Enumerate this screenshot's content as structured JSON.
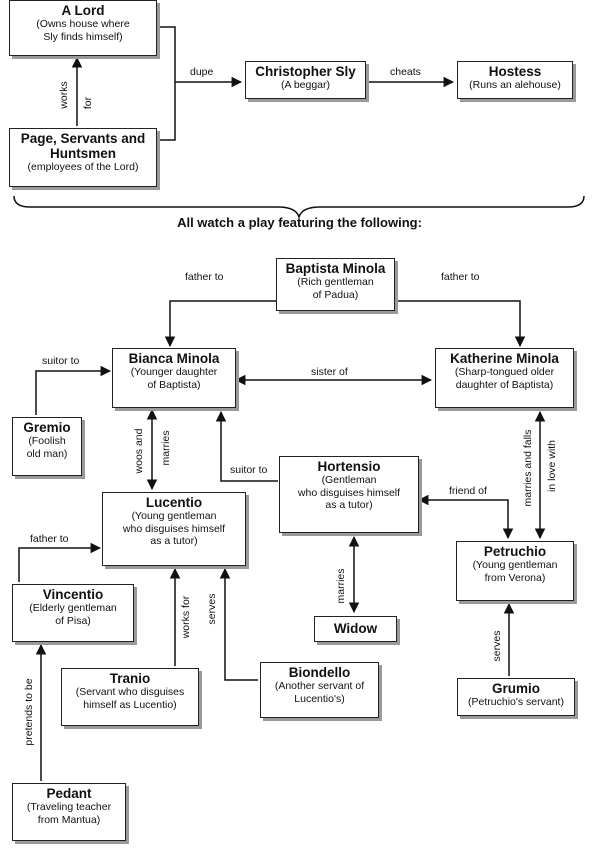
{
  "banner": "All watch a play featuring the following:",
  "nodes": {
    "lord": {
      "name": "A Lord",
      "desc": "(Owns house where\nSly finds himself)"
    },
    "page": {
      "name": "Page, Servants and\nHuntsmen",
      "desc": "(employees of the Lord)"
    },
    "sly": {
      "name": "Christopher Sly",
      "desc": "(A beggar)"
    },
    "hostess": {
      "name": "Hostess",
      "desc": "(Runs an alehouse)"
    },
    "baptista": {
      "name": "Baptista Minola",
      "desc": "(Rich gentleman\nof Padua)"
    },
    "bianca": {
      "name": "Bianca Minola",
      "desc": "(Younger daughter\nof Baptista)"
    },
    "katherine": {
      "name": "Katherine Minola",
      "desc": "(Sharp-tongued older\ndaughter of Baptista)"
    },
    "gremio": {
      "name": "Gremio",
      "desc": "(Foolish\nold man)"
    },
    "hortensio": {
      "name": "Hortensio",
      "desc": "(Gentleman\nwho disguises himself\nas a tutor)"
    },
    "lucentio": {
      "name": "Lucentio",
      "desc": "(Young gentleman\nwho disguises himself\nas a tutor)"
    },
    "vincentio": {
      "name": "Vincentio",
      "desc": "(Elderly gentleman\nof Pisa)"
    },
    "petruchio": {
      "name": "Petruchio",
      "desc": "(Young gentleman\nfrom Verona)"
    },
    "widow": {
      "name": "Widow",
      "desc": ""
    },
    "tranio": {
      "name": "Tranio",
      "desc": "(Servant who disguises\nhimself as Lucentio)"
    },
    "biondello": {
      "name": "Biondello",
      "desc": "(Another servant of\nLucentio's)"
    },
    "grumio": {
      "name": "Grumio",
      "desc": "(Petruchio's servant)"
    },
    "pedant": {
      "name": "Pedant",
      "desc": "(Traveling teacher\nfrom Mantua)"
    }
  },
  "labels": {
    "works": "works",
    "for": "for",
    "dupe": "dupe",
    "cheats": "cheats",
    "father_to_left": "father to",
    "father_to_right": "father to",
    "suitor_to_gremio": "suitor to",
    "sister_of": "sister of",
    "woos_and": "woos and",
    "marries_lucentio": "marries",
    "suitor_to_hortensio": "suitor to",
    "friend_of": "friend of",
    "marries_and_falls": "marries and falls",
    "in_love_with": "in love with",
    "father_to_vincentio": "father to",
    "marries_widow": "marries",
    "works_for_tranio": "works for",
    "serves_biondello": "serves",
    "serves_grumio": "serves",
    "pretends_to_be": "pretends to be"
  }
}
